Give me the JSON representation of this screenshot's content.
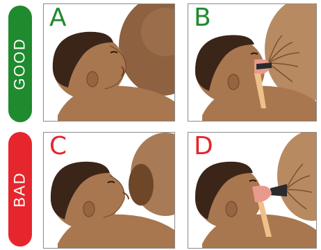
{
  "rows": [
    {
      "label": "GOOD",
      "color": "#1f8a2e",
      "letter_color": "#1f8a2e"
    },
    {
      "label": "BAD",
      "color": "#e5262d",
      "letter_color": "#e5262d"
    }
  ],
  "panels": [
    {
      "letter": "A"
    },
    {
      "letter": "B"
    },
    {
      "letter": "C"
    },
    {
      "letter": "D"
    }
  ],
  "colors": {
    "skin": "#a8774f",
    "skin_shadow": "#8a5b3a",
    "hair": "#3b2518",
    "breast": "#8e6140",
    "breast_light": "#b88a62",
    "mouth_inside": "#e89a8e",
    "throat": "#f0c08a"
  }
}
